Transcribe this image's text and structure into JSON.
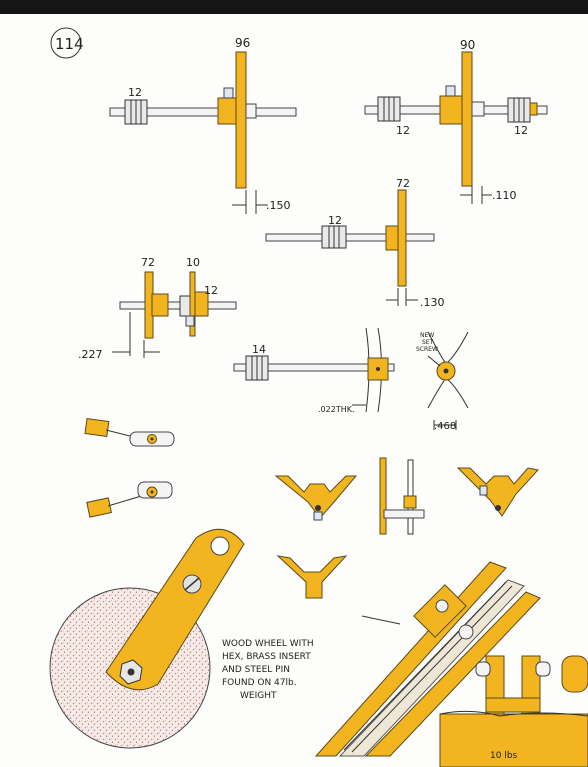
{
  "page_number": "114",
  "labels": {
    "wheel_96": "96",
    "pinion_12_a": "12",
    "dim_150": ".150",
    "wheel_90": "90",
    "pinion_12_b": "12",
    "pinion_12_c": "12",
    "dim_110": ".110",
    "wheel_72_a": "72",
    "pinion_12_d": "12",
    "dim_130": ".130",
    "wheel_72_b": "72",
    "wheel_10": "10",
    "pinion_12_e": "12",
    "dim_227": ".227",
    "pinion_14": "14",
    "dim_022": ".022THK.",
    "new_set_screw_1": "NEW",
    "new_set_screw_2": "SET",
    "new_set_screw_3": "SCREW",
    "dim_468": ".468",
    "note_line1": "WOOD WHEEL WITH",
    "note_line2": "HEX, BRASS INSERT",
    "note_line3": "AND STEEL PIN",
    "note_line4": "FOUND ON 47lb.",
    "note_line5": "WEIGHT",
    "cut_label": "10 lbs"
  },
  "colors": {
    "brass": "#f2b51f",
    "wood": "#c9897f",
    "steel": "#f4f4f4",
    "pencil": "#333333"
  }
}
